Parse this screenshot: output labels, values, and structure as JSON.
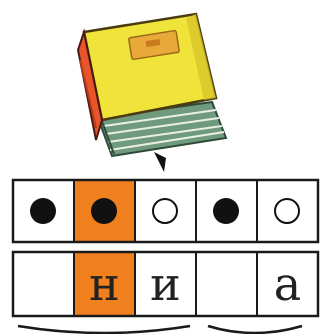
{
  "colors": {
    "highlight": "#f07f1d",
    "ink": "#1a1a1a",
    "book_cover": "#f0e43a",
    "book_spine": "#e8552a",
    "book_pages": "#6f9a7d"
  },
  "book": {
    "icon": "book-icon",
    "pointer": "pointer-triangle"
  },
  "sound_scheme": {
    "cells": [
      {
        "symbol": "filled-circle",
        "highlighted": false
      },
      {
        "symbol": "filled-circle",
        "highlighted": true
      },
      {
        "symbol": "empty-circle",
        "highlighted": false
      },
      {
        "symbol": "filled-circle",
        "highlighted": false
      },
      {
        "symbol": "empty-circle",
        "highlighted": false
      }
    ]
  },
  "letters": {
    "cells": [
      {
        "text": "",
        "highlighted": false
      },
      {
        "text": "н",
        "highlighted": true
      },
      {
        "text": "и",
        "highlighted": false
      },
      {
        "text": "",
        "highlighted": false
      },
      {
        "text": "а",
        "highlighted": false
      }
    ]
  },
  "syllable_arcs": {
    "count": 2
  }
}
